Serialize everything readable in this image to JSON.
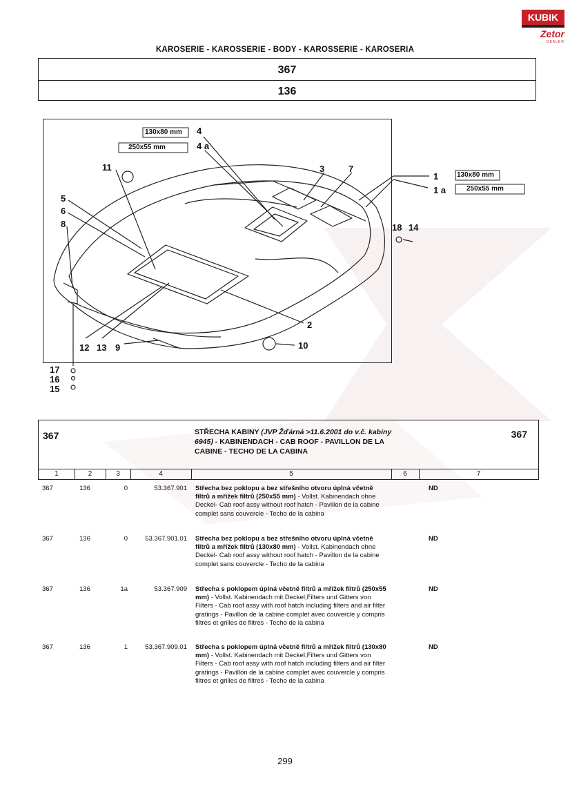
{
  "logo": {
    "top_text": "KUBIK",
    "middle_text": "Zetor",
    "bottom_text": "DEALER"
  },
  "header": {
    "title": "KAROSERIE - KAROSSERIE - BODY - KAROSSERIE - KAROSERIA"
  },
  "group": {
    "main": "367",
    "sub": "136"
  },
  "diagram": {
    "size_labels_left": [
      "130x80 mm",
      "250x55 mm"
    ],
    "size_labels_right": [
      "130x80 mm",
      "250x55 mm"
    ],
    "callouts": [
      "4",
      "4 a",
      "3",
      "7",
      "1",
      "1 a",
      "11",
      "5",
      "6",
      "8",
      "18",
      "14",
      "2",
      "12",
      "13",
      "9",
      "10",
      "17",
      "16",
      "15"
    ]
  },
  "section": {
    "number_left": "367",
    "number_right": "367",
    "desc_main": "STŘECHA KABINY ",
    "desc_italic": "(JVP Žďárná >11.6.2001 do v.č. kabiny 6945)",
    "desc_rest": " - KABINENDACH - CAB ROOF - PAVILLON DE LA CABINE - TECHO DE LA CABINA",
    "columns": [
      "1",
      "2",
      "3",
      "4",
      "5",
      "6",
      "7"
    ]
  },
  "parts": [
    {
      "c1": "367",
      "c2": "136",
      "c3": "0",
      "c4": "53.367.901",
      "bold": "Střecha bez poklopu a bez střešního otvoru úplná včetně filtrů a mřížek filtrů (250x55 mm)",
      "rest": " - Vollst. Kabinendach ohne Deckel- Cab roof assy without roof hatch - Pavillon de la cabine complet sans couvercle - Techo de la cabina",
      "c6": "ND"
    },
    {
      "c1": "367",
      "c2": "136",
      "c3": "0",
      "c4": "53.367.901.01",
      "bold": "Střecha bez poklopu a bez střešního otvoru úplná včetně filtrů a mřížek filtrů (130x80 mm)",
      "rest": " - Vollst. Kabinendach ohne Deckel- Cab roof assy without roof hatch - Pavillon de la cabine complet sans couvercle - Techo de la cabina",
      "c6": "ND"
    },
    {
      "c1": "367",
      "c2": "136",
      "c3": "1a",
      "c4": "53.367.909",
      "bold": "Střecha s poklopem úplná včetně filtrů a mřížek filtrů (250x55 mm)",
      "rest": " - Vollst. Kabinendach mit Deckel,Filters und Gitters von Filters - Cab roof assy with roof hatch including filters and air filter gratings - Pavillon de la cabine complet avec couvercle y compris filtres et grilles de filtres - Techo de la cabina",
      "c6": "ND"
    },
    {
      "c1": "367",
      "c2": "136",
      "c3": "1",
      "c4": "53.367.909.01",
      "bold": "Střecha s poklopem úplná včetně filtrů a mřížek filtrů (130x80 mm)",
      "rest": " - Vollst. Kabinendach mit Deckel,Filters und Gitters von Filters - Cab roof assy with roof hatch including filters and air filter gratings - Pavillon de la cabine complet avec couvercle y compris filtres et grilles de filtres - Techo de la cabina",
      "c6": "ND"
    }
  ],
  "footer": {
    "page": "299"
  }
}
